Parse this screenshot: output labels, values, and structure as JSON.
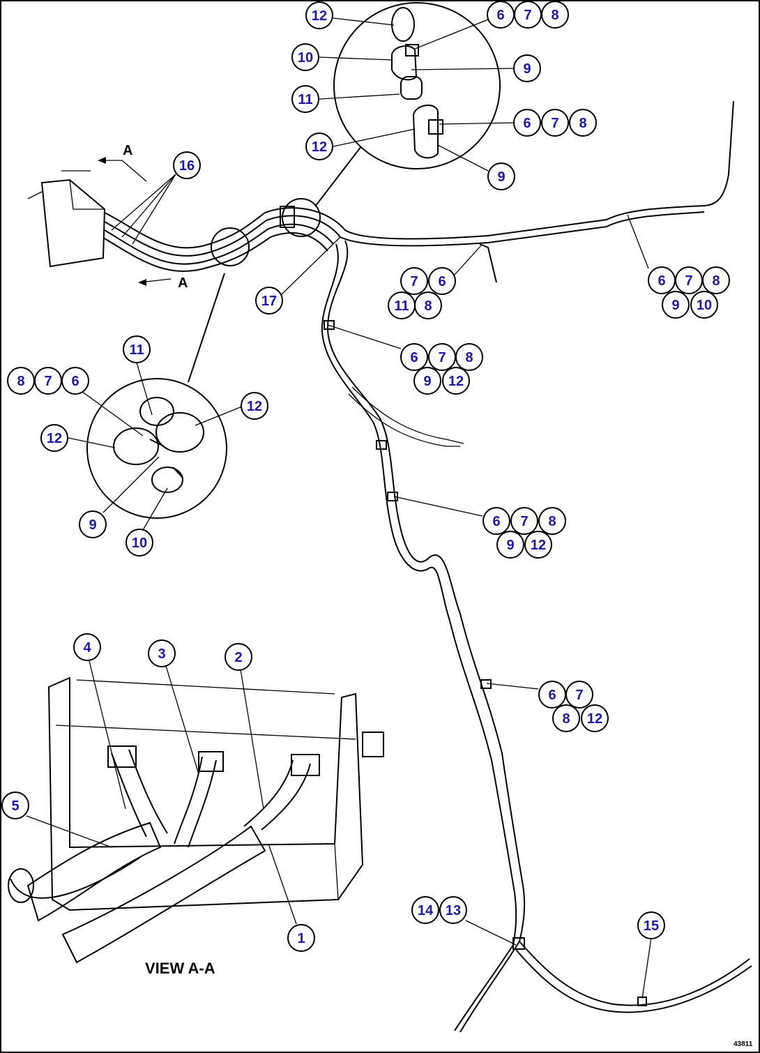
{
  "view_title": "VIEW A-A",
  "section_marker": "A",
  "drawing_number": "43811",
  "callout_color": "#1a1aa6",
  "callouts": [
    {
      "id": "c-top-12a",
      "label": "12"
    },
    {
      "id": "c-top-6a",
      "label": "6"
    },
    {
      "id": "c-top-7a",
      "label": "7"
    },
    {
      "id": "c-top-8a",
      "label": "8"
    },
    {
      "id": "c-top-10",
      "label": "10"
    },
    {
      "id": "c-top-9a",
      "label": "9"
    },
    {
      "id": "c-top-11",
      "label": "11"
    },
    {
      "id": "c-top-6b",
      "label": "6"
    },
    {
      "id": "c-top-7b",
      "label": "7"
    },
    {
      "id": "c-top-8b",
      "label": "8"
    },
    {
      "id": "c-top-12b",
      "label": "12"
    },
    {
      "id": "c-top-9b",
      "label": "9"
    },
    {
      "id": "c-16",
      "label": "16"
    },
    {
      "id": "c-17",
      "label": "17"
    },
    {
      "id": "c-g1-7",
      "label": "7"
    },
    {
      "id": "c-g1-6",
      "label": "6"
    },
    {
      "id": "c-g1-11",
      "label": "11"
    },
    {
      "id": "c-g1-8",
      "label": "8"
    },
    {
      "id": "c-g2-6",
      "label": "6"
    },
    {
      "id": "c-g2-7",
      "label": "7"
    },
    {
      "id": "c-g2-8",
      "label": "8"
    },
    {
      "id": "c-g2-9",
      "label": "9"
    },
    {
      "id": "c-g2-10",
      "label": "10"
    },
    {
      "id": "c-g3-6",
      "label": "6"
    },
    {
      "id": "c-g3-7",
      "label": "7"
    },
    {
      "id": "c-g3-8",
      "label": "8"
    },
    {
      "id": "c-g3-9",
      "label": "9"
    },
    {
      "id": "c-g3-12",
      "label": "12"
    },
    {
      "id": "c-left-11",
      "label": "11"
    },
    {
      "id": "c-left-8",
      "label": "8"
    },
    {
      "id": "c-left-7",
      "label": "7"
    },
    {
      "id": "c-left-6",
      "label": "6"
    },
    {
      "id": "c-left-12a",
      "label": "12"
    },
    {
      "id": "c-left-12b",
      "label": "12"
    },
    {
      "id": "c-left-9",
      "label": "9"
    },
    {
      "id": "c-left-10",
      "label": "10"
    },
    {
      "id": "c-g4-6",
      "label": "6"
    },
    {
      "id": "c-g4-7",
      "label": "7"
    },
    {
      "id": "c-g4-8",
      "label": "8"
    },
    {
      "id": "c-g4-9",
      "label": "9"
    },
    {
      "id": "c-g4-12",
      "label": "12"
    },
    {
      "id": "c-g5-6",
      "label": "6"
    },
    {
      "id": "c-g5-7",
      "label": "7"
    },
    {
      "id": "c-g5-8",
      "label": "8"
    },
    {
      "id": "c-g5-12",
      "label": "12"
    },
    {
      "id": "c-4",
      "label": "4"
    },
    {
      "id": "c-3",
      "label": "3"
    },
    {
      "id": "c-2",
      "label": "2"
    },
    {
      "id": "c-5",
      "label": "5"
    },
    {
      "id": "c-1",
      "label": "1"
    },
    {
      "id": "c-14",
      "label": "14"
    },
    {
      "id": "c-13",
      "label": "13"
    },
    {
      "id": "c-15",
      "label": "15"
    }
  ]
}
